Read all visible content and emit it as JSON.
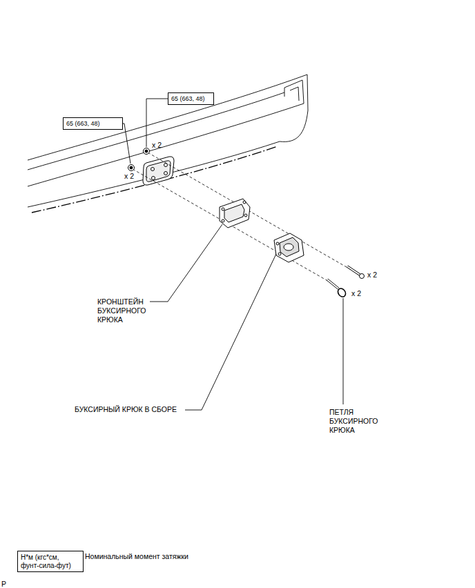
{
  "diagram": {
    "nodes": [
      {
        "text": [
          "65 (663, 48)"
        ]
      },
      {
        "text": [
          "65 (663, 48)"
        ]
      },
      {
        "text": [
          "Н*м (кгс*см, фунт-сила-фут)"
        ]
      }
    ],
    "labels": [
      "x 2",
      "x 2",
      "x 2",
      "x 2",
      "КРОНШТЕЙН БУКСИРНОГО КРЮКА",
      "БУКСИРНЫЙ КРЮК В СБОРЕ",
      "ПЕТЛЯ БУКСИРНОГО КРЮКА",
      "Номинальный момент затяжки",
      "P"
    ]
  }
}
